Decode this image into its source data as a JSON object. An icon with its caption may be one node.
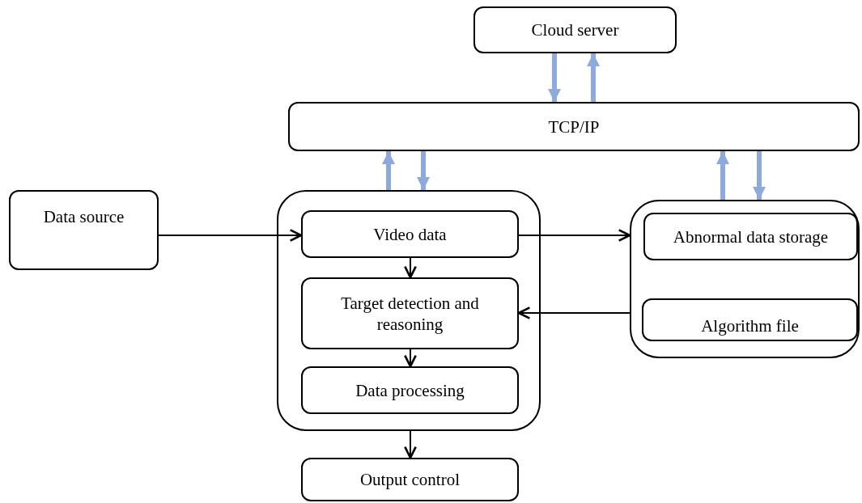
{
  "diagram": {
    "nodes": [
      {
        "text": [
          "Cloud server"
        ]
      },
      {
        "text": [
          "TCP/IP"
        ]
      },
      {
        "text": [
          "Data source"
        ]
      },
      {
        "text": [],
        "shape": "box"
      },
      {
        "text": [
          "Video data"
        ],
        "in": 3
      },
      {
        "text": [
          "Target detection and reasoning"
        ],
        "in": 3
      },
      {
        "text": [
          "Data processing"
        ],
        "in": 3
      },
      {
        "text": [],
        "shape": "box"
      },
      {
        "text": [
          "Abnormal data storage"
        ],
        "in": 7
      },
      {
        "text": [
          "Algorithm file"
        ],
        "in": 7
      },
      {
        "text": [
          "Output control"
        ]
      }
    ],
    "edges": [
      {
        "from": 0,
        "to": 1,
        "arrow": "to",
        "style": "thick",
        "color": "#8eaadb"
      },
      {
        "from": 1,
        "to": 0,
        "arrow": "to",
        "style": "thick",
        "color": "#8eaadb"
      },
      {
        "from": 3,
        "to": 1,
        "arrow": "to",
        "style": "thick",
        "color": "#8eaadb"
      },
      {
        "from": 1,
        "to": 3,
        "arrow": "to",
        "style": "thick",
        "color": "#8eaadb"
      },
      {
        "from": 7,
        "to": 1,
        "arrow": "to",
        "style": "thick",
        "color": "#8eaadb"
      },
      {
        "from": 1,
        "to": 7,
        "arrow": "to",
        "style": "thick",
        "color": "#8eaadb"
      },
      {
        "from": 2,
        "to": 4,
        "arrow": "to",
        "color": "#000000"
      },
      {
        "from": 4,
        "to": 7,
        "arrow": "to",
        "color": "#000000"
      },
      {
        "from": 7,
        "to": 5,
        "arrow": "to",
        "color": "#000000"
      },
      {
        "from": 4,
        "to": 5,
        "arrow": "to",
        "color": "#000000"
      },
      {
        "from": 5,
        "to": 6,
        "arrow": "to",
        "color": "#000000"
      },
      {
        "from": 3,
        "to": 10,
        "arrow": "to",
        "color": "#000000"
      }
    ]
  }
}
